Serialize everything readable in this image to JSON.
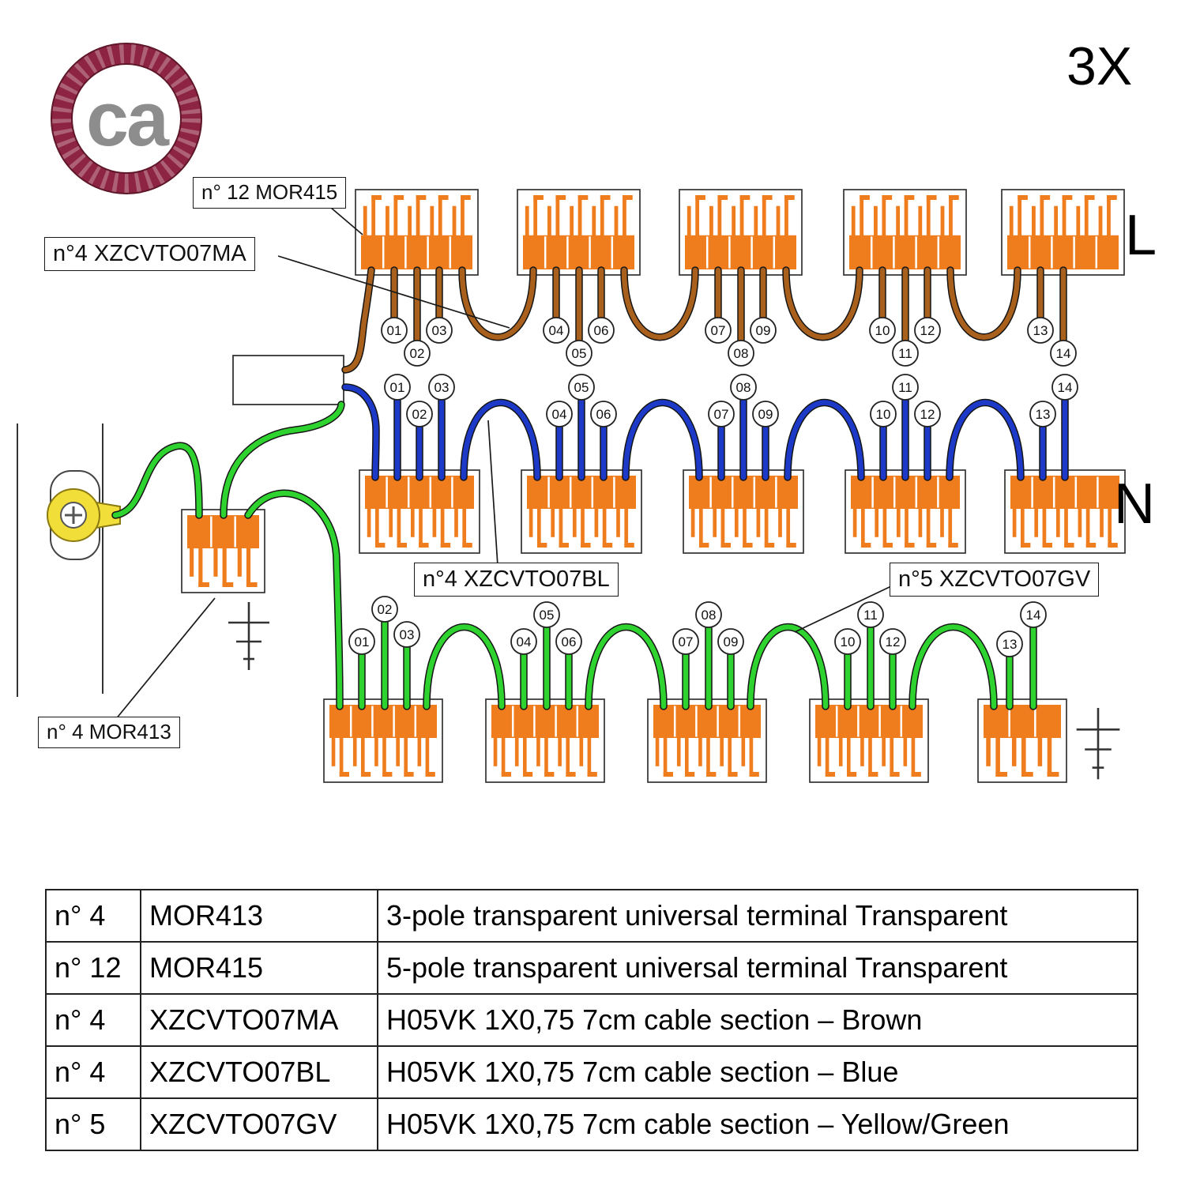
{
  "labels": {
    "logo": "ca",
    "quantity": "3X",
    "line": "L",
    "neutral": "N"
  },
  "callouts": {
    "mor415": "n° 12  MOR415",
    "brown_cable": "n°4 XZCVTO07MA",
    "blue_cable": "n°4 XZCVTO07BL",
    "green_cable": "n°5 XZCVTO07GV",
    "mor413": "n° 4  MOR413"
  },
  "wire_numbers": [
    "01",
    "02",
    "03",
    "04",
    "05",
    "06",
    "07",
    "08",
    "09",
    "10",
    "11",
    "12",
    "13",
    "14"
  ],
  "colors": {
    "terminal_orange": "#F07D1D",
    "wire_brown": "#A8601C",
    "wire_blue": "#1C39C8",
    "wire_green": "#2FD32F",
    "ring_terminal_yellow": "#F2DE39",
    "logo_ring": "#8E2443",
    "logo_ring_edge": "#5E1628",
    "logo_text": "#8D8D8D"
  },
  "table": {
    "rows": [
      {
        "qty": "n° 4",
        "code": "MOR413",
        "description": "3-pole transparent universal terminal Transparent"
      },
      {
        "qty": "n° 12",
        "code": "MOR415",
        "description": "5-pole transparent universal terminal Transparent"
      },
      {
        "qty": "n° 4",
        "code": "XZCVTO07MA",
        "description": "H05VK 1X0,75 7cm cable section – Brown"
      },
      {
        "qty": "n° 4",
        "code": "XZCVTO07BL",
        "description": "H05VK 1X0,75 7cm cable section – Blue"
      },
      {
        "qty": "n° 5",
        "code": "XZCVTO07GV",
        "description": "H05VK 1X0,75 7cm cable section – Yellow/Green"
      }
    ]
  }
}
